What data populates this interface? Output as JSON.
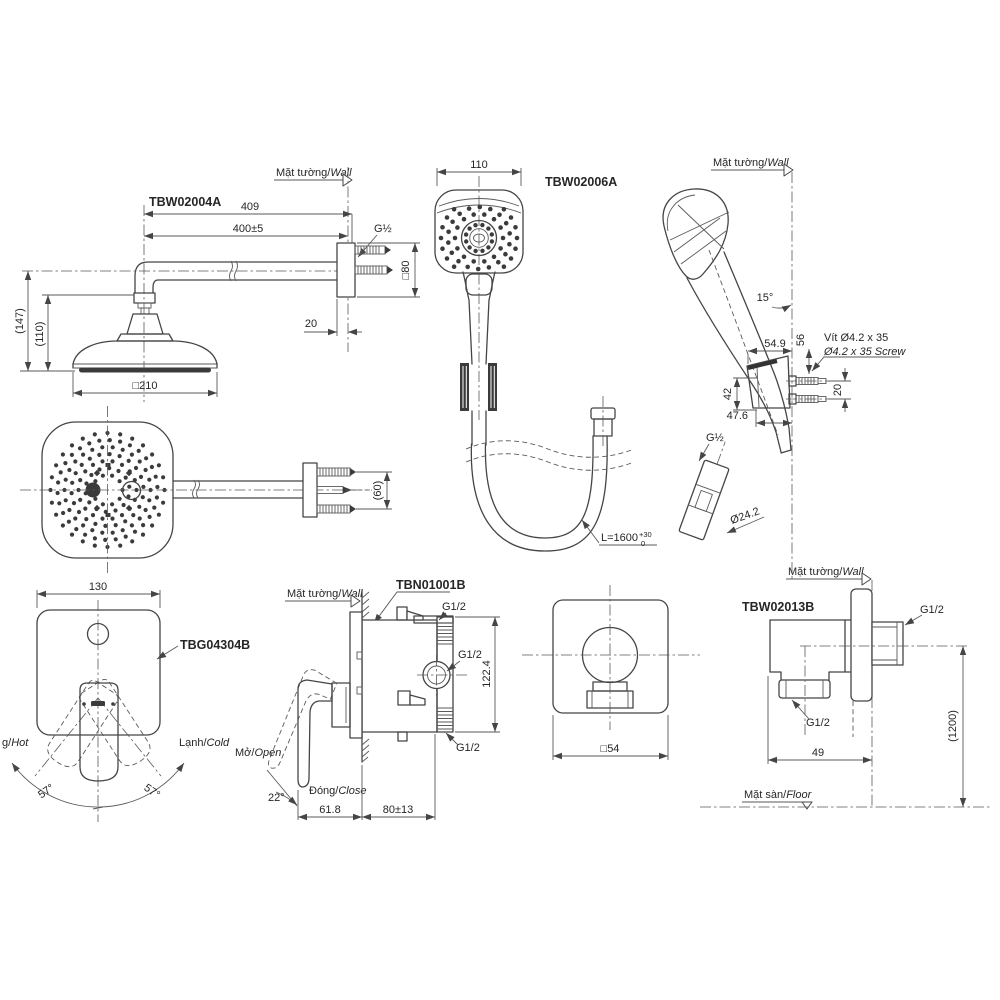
{
  "colors": {
    "background": "#ffffff",
    "line": "#454545",
    "text": "#262626"
  },
  "views": {
    "overhead_side": {
      "part_no": "TBW02004A",
      "wall_vi": "Mặt tường/",
      "wall_en": "Wall",
      "dim_total": "409",
      "dim_arm": "400±5",
      "thread": "G½",
      "dim_flange": "□80",
      "dim_offset": "20",
      "dim_height_total": "(147)",
      "dim_height_head": "(110)",
      "dim_head_width": "□210"
    },
    "overhead_front": {
      "dim_screw_span": "(60)"
    },
    "hand_shower": {
      "part_no": "TBW02006A",
      "dim_width": "110",
      "hose_len": "L=1600",
      "hose_tol_plus": "+30",
      "hose_tol_minus": "0"
    },
    "holder_side": {
      "wall_vi": "Mặt tường/",
      "wall_en": "Wall",
      "angle": "15°",
      "dim_depth_top": "54.9",
      "dim_56": "56",
      "screw_vi": "Vít Ø4.2 x 35",
      "screw_en": "Ø4.2 x 35 Screw",
      "dim_bracket": "42",
      "dim_screw_gap": "20",
      "dim_depth_bottom": "47.6",
      "thread": "G½",
      "dim_outer_dia": "Ø24.2"
    },
    "mixer_front": {
      "part_no": "TBG04304B",
      "dim_width": "130",
      "hot_vi": "g/",
      "hot_en": "Hot",
      "cold_vi": "Lạnh/",
      "cold_en": "Cold",
      "angle_left": "57°",
      "angle_right": "57°"
    },
    "valve_side": {
      "part_no": "TBN01001B",
      "wall_vi": "Mặt tường/",
      "wall_en": "Wall",
      "thread_top": "G1/2",
      "thread_mid": "G1/2",
      "thread_bot": "G1/2",
      "dim_height": "122.4",
      "open_vi": "Mở/",
      "open_en": "Open",
      "close_vi": "Đóng/",
      "close_en": "Close",
      "angle": "22°",
      "dim_handle": "61.8",
      "dim_depth": "80±13"
    },
    "plate_front": {
      "dim_size": "□54"
    },
    "outlet_side": {
      "part_no": "TBW02013B",
      "wall_vi": "Mặt tường/",
      "wall_en": "Wall",
      "floor_vi": "Mặt sàn/",
      "floor_en": "Floor",
      "thread_inlet": "G1/2",
      "thread_outlet": "G1/2",
      "dim_width": "49",
      "dim_height": "(1200)"
    }
  }
}
